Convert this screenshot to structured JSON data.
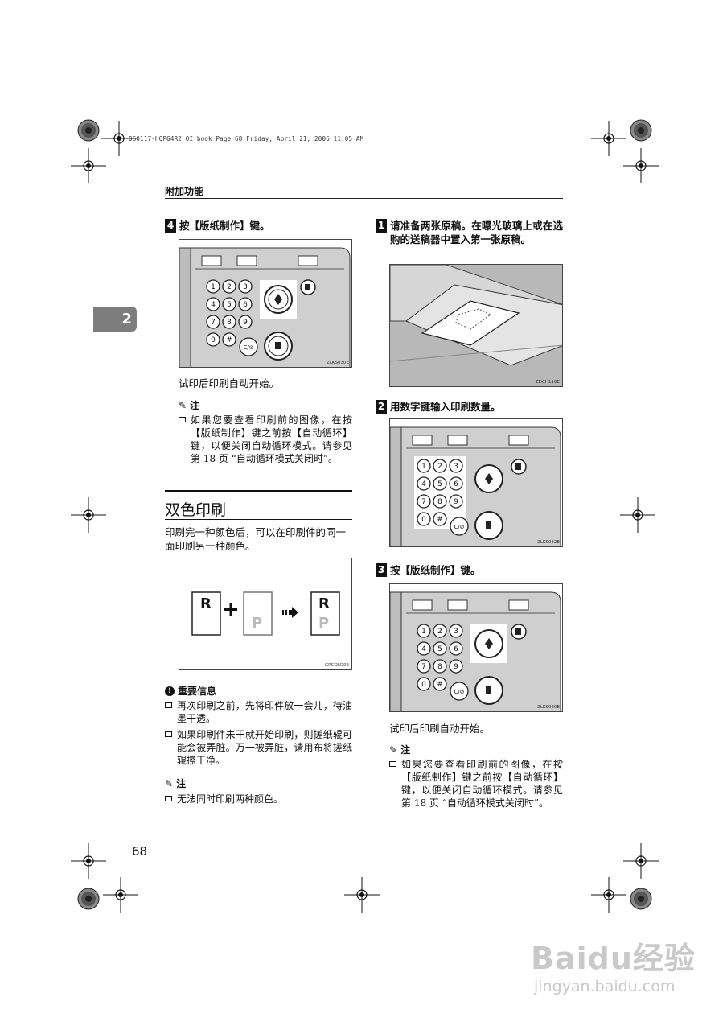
{
  "meta_line": "060117-HQPG4R2_OI.book  Page 68  Friday, April 21, 2006  11:05 AM",
  "header": "附加功能",
  "chapter_tab": "2",
  "page_number": "68",
  "left": {
    "step4": {
      "num": "4",
      "text": "按【版纸制作】键。",
      "fig_code": "ZLKS030E"
    },
    "auto_start": "试印后印刷自动开始。",
    "note_title": "注",
    "note_item": "如果您要查看印刷前的图像，在按【版纸制作】键之前按【自动循环】键，以便关闭自动循环模式。请参见第 18 页 “自动循环模式关闭时”。",
    "section_title": "双色印刷",
    "section_intro": "印刷完一种颜色后，可以在印刷件的同一面印刷另一种颜色。",
    "fig_rp": {
      "r1": "R",
      "p": "P",
      "r2": "R",
      "p2": "P",
      "code": "GRCOLO0E"
    },
    "important_title": "重要信息",
    "important_items": [
      "再次印刷之前，先将印件放一会儿，待油墨干透。",
      "如果印刷件未干就开始印刷，则搓纸辊可能会被弄脏。万一被弄脏，请用布将搓纸辊擦干净。"
    ],
    "note2_title": "注",
    "note2_item": "无法同时印刷两种颜色。"
  },
  "right": {
    "step1": {
      "num": "1",
      "text": "请准备两张原稿。在曝光玻璃上或在选购的送稿器中置入第一张原稿。",
      "fig_code": "ZDCH110E"
    },
    "step2": {
      "num": "2",
      "text": "用数字键输入印刷数量。",
      "fig_code": "ZLKS032E"
    },
    "step3": {
      "num": "3",
      "text": "按【版纸制作】键。",
      "fig_code": "ZLKS030E"
    },
    "auto_start": "试印后印刷自动开始。",
    "note_title": "注",
    "note_item": "如果您要查看印刷前的图像，在按【版纸制作】键之前按【自动循环】键，以便关闭自动循环模式。请参见第 18 页 “自动循环模式关闭时”。"
  },
  "keypad": [
    "1",
    "2",
    "3",
    "4",
    "5",
    "6",
    "7",
    "8",
    "9",
    "0",
    "#"
  ],
  "clear_key": "C/⊘",
  "watermark": {
    "main": "Baidu经验",
    "sub": "jingyan.baidu.com"
  }
}
